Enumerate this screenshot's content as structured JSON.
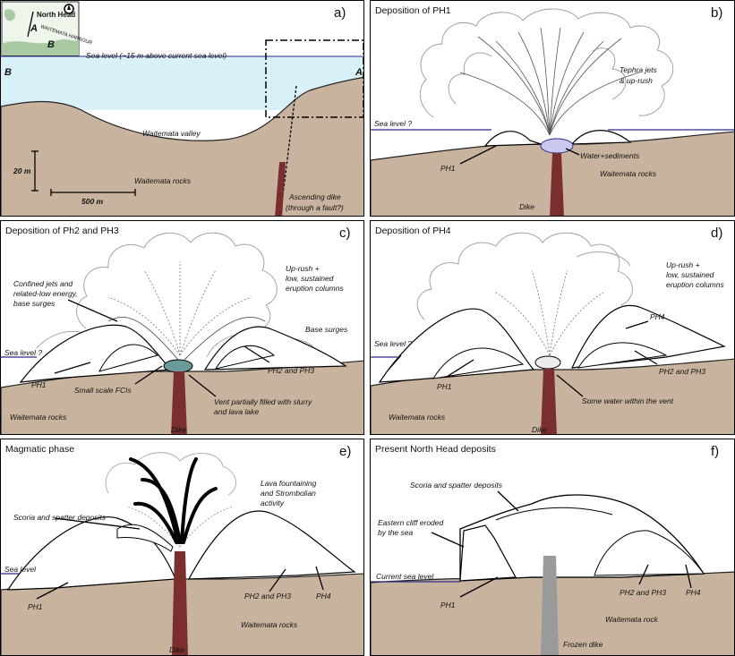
{
  "panels": {
    "a": {
      "letter": "a)",
      "map": {
        "place": "North Head",
        "harbour": "WAITEMATA HARBOUR",
        "point_a": "A",
        "point_b": "B"
      },
      "sea_level": "Sea level (~15 m above current sea level)",
      "end_left": "B",
      "end_right": "A",
      "valley": "Waitemata valley",
      "rocks": "Waitemata rocks",
      "scale_v": "20 m",
      "scale_h": "500 m",
      "dike_1": "Ascending dike",
      "dike_2": "(through a fault?)"
    },
    "b": {
      "letter": "b)",
      "title": "Deposition of PH1",
      "jets_1": "Tephra jets",
      "jets_2": "& up-rush",
      "sea": "Sea level ?",
      "ph1": "PH1",
      "water": "Water+sediments",
      "rocks": "Waitemata rocks",
      "dike": "Dike"
    },
    "c": {
      "letter": "c)",
      "title": "Deposition of Ph2 and PH3",
      "uprush_1": "Up-rush +",
      "uprush_2": "low, sustained",
      "uprush_3": "eruption columns",
      "jets_1": "Confined jets and",
      "jets_2": "related-low energy,",
      "jets_3": "base surges",
      "surges": "Base surges",
      "sea": "Sea level ?",
      "ph1": "PH1",
      "fci": "Small scale FCIs",
      "ph23": "PH2 and PH3",
      "vent_1": "Vent partially filled with slurry",
      "vent_2": "and lava lake",
      "rocks": "Waitemata rocks",
      "dike": "Dike"
    },
    "d": {
      "letter": "d)",
      "title": "Deposition of PH4",
      "uprush_1": "Up-rush +",
      "uprush_2": "low, sustained",
      "uprush_3": "eruption columns",
      "sea": "Sea level ?",
      "ph4": "PH4",
      "ph1": "PH1",
      "ph23": "PH2 and PH3",
      "water": "Some water within the vent",
      "rocks": "Waitemata rocks",
      "dike": "Dike"
    },
    "e": {
      "letter": "e)",
      "title": "Magmatic phase",
      "lava_1": "Lava fountaining",
      "lava_2": "and Strombolian",
      "lava_3": "activity",
      "scoria": "Scoria and spatter deposits",
      "sea": "Sea level",
      "ph1": "PH1",
      "ph23": "PH2 and PH3",
      "ph4": "PH4",
      "rocks": "Waitemata rocks",
      "dike": "Dike"
    },
    "f": {
      "letter": "f)",
      "title": "Present North Head deposits",
      "scoria": "Scoria and spatter deposits",
      "cliff_1": "Eastern cliff eroded",
      "cliff_2": "by the sea",
      "sea": "Current sea level",
      "ph1": "PH1",
      "ph23": "PH2 and PH3",
      "ph4": "PH4",
      "rock": "Waitemata rock",
      "dike": "Frozen dike"
    }
  },
  "colors": {
    "ground": "#c8b49e",
    "sea": "#d8f0f8",
    "sea_line": "#2a2a8a",
    "dike": "#7a2e2e",
    "frozen_dike": "#9a9a9a",
    "cloud_line": "#9a9a9a"
  }
}
